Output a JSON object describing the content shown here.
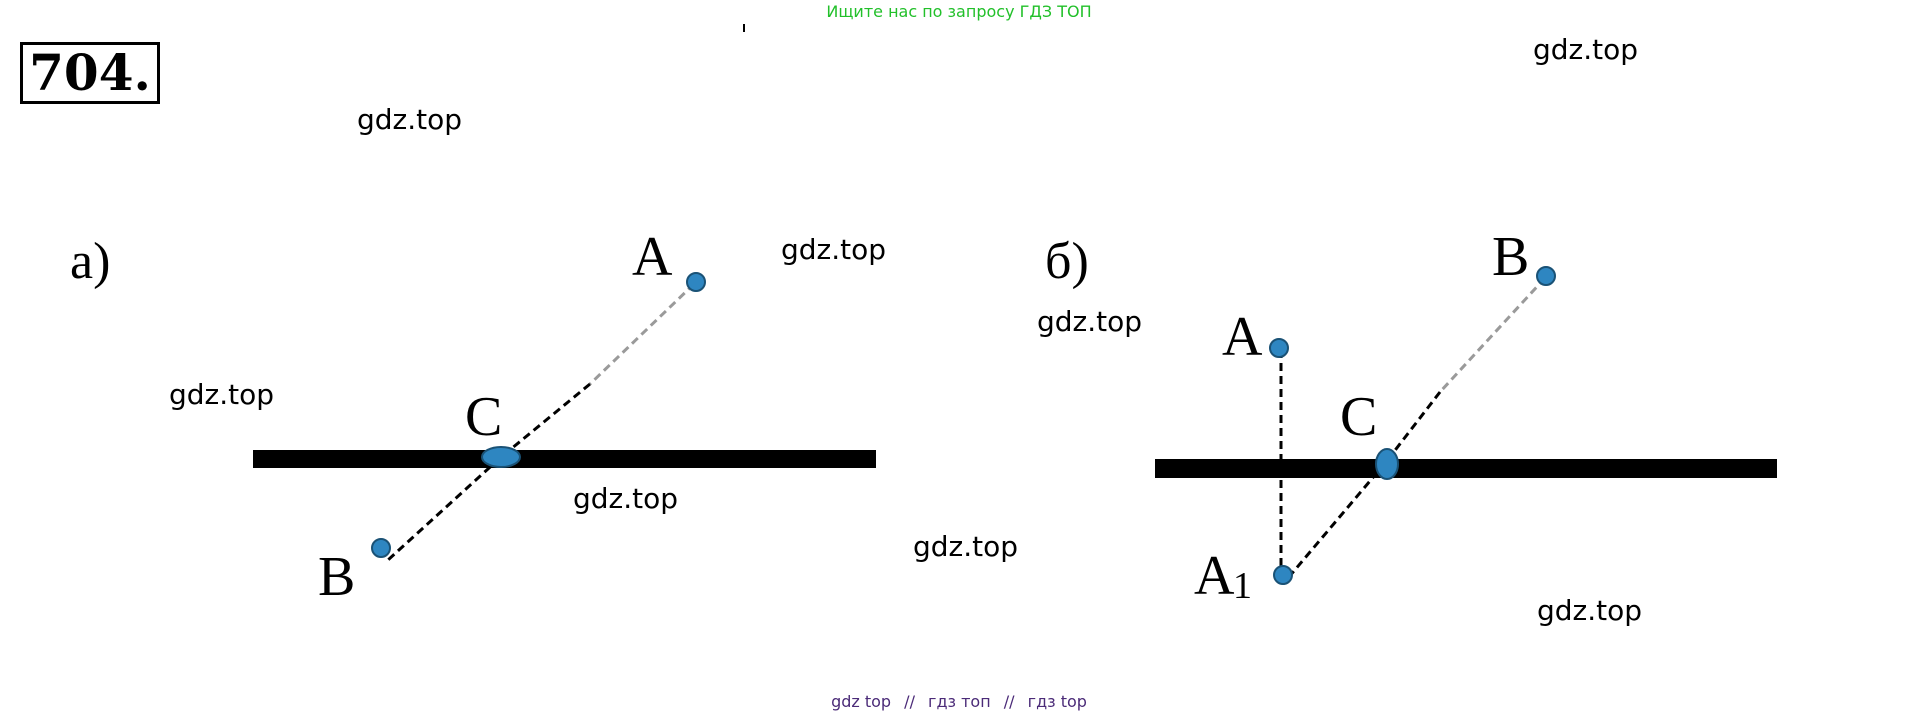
{
  "banner": {
    "text": "Ищите нас по запросу ГДЗ ТОП",
    "color": "#22c02a"
  },
  "problem": {
    "number": "704."
  },
  "watermarks": [
    "gdz.top",
    "gdz.top",
    "gdz.top",
    "gdz.top",
    "gdz.top",
    "gdz.top",
    "gdz.top",
    "gdz.top"
  ],
  "figure_a": {
    "label": "а)",
    "points": {
      "A": "A",
      "B": "B",
      "C": "C"
    }
  },
  "figure_b": {
    "label": "б)",
    "points": {
      "A": "A",
      "B": "B",
      "C": "C",
      "A1_base": "A",
      "A1_sub": "1"
    }
  },
  "colors": {
    "point": "#2e86c1",
    "point_stroke": "#1a5276",
    "line": "#000000",
    "dash_light": "#9a9a9a"
  },
  "footer": {
    "part1": "gdz top",
    "sep1": "//",
    "part2": "гдз топ",
    "sep2": "//",
    "part3": "гдз top"
  }
}
